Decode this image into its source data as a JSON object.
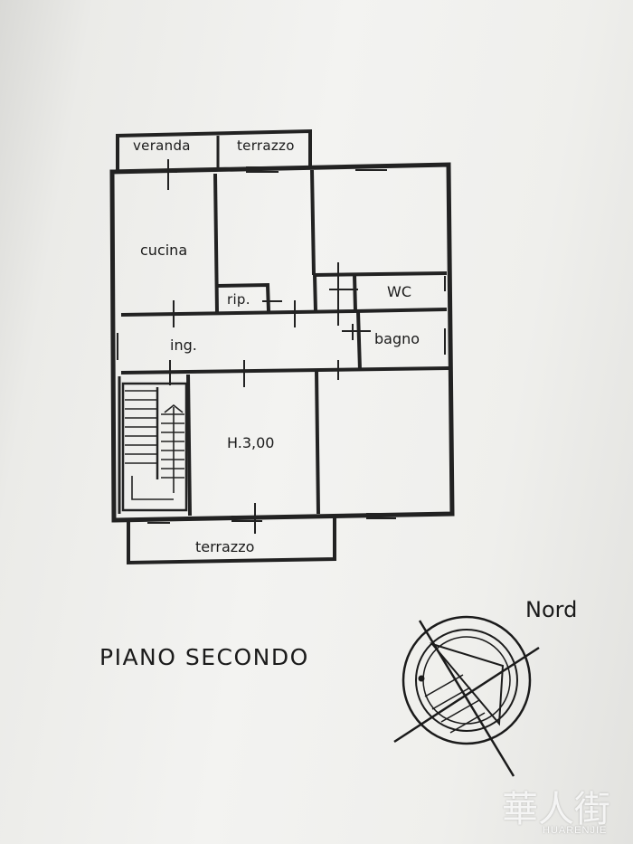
{
  "plan": {
    "title": "PIANO SECONDO",
    "north_label": "Nord",
    "ceiling_height": "H.3,00"
  },
  "rooms": {
    "veranda": "veranda",
    "terrazzo_top": "terrazzo",
    "cucina": "cucina",
    "ripostiglio": "rip.",
    "wc": "WC",
    "ingresso": "ing.",
    "bagno": "bagno",
    "terrazzo_bottom": "terrazzo"
  },
  "watermark": {
    "chinese": "華人街",
    "latin": "HUARENJIE"
  }
}
